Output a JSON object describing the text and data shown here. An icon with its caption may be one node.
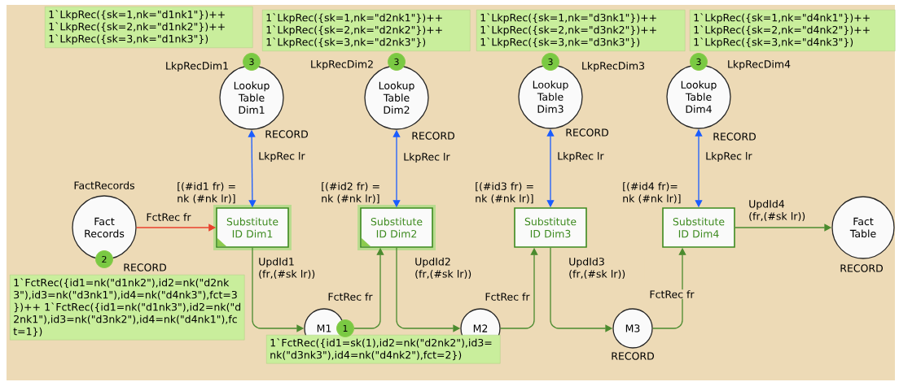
{
  "diagram": {
    "nodes": [
      {
        "text": [
          "1`LkpRec({sk=1,nk=\"d1nk1\"})++ 1`LkpRec({sk=2,nk=\"d1nk2\"})++ 1`LkpRec({sk=3,nk=\"d1nk3\"})"
        ]
      },
      {
        "text": [
          "1`LkpRec({sk=1,nk=\"d2nk1\"})++ 1`LkpRec({sk=2,nk=\"d2nk2\"})++ 1`LkpRec({sk=3,nk=\"d2nk3\"})"
        ]
      },
      {
        "text": [
          "1`LkpRec({sk=1,nk=\"d3nk1\"})++ 1`LkpRec({sk=2,nk=\"d3nk2\"})++ 1`LkpRec({sk=3,nk=\"d3nk3\"})"
        ]
      },
      {
        "text": [
          "1`LkpRec({sk=1,nk=\"d4nk1\"})++ 1`LkpRec({sk=2,nk=\"d4nk2\"})++ 1`LkpRec({sk=3,nk=\"d4nk3\"})"
        ]
      },
      {
        "text": [
          "Lookup Table Dim1"
        ],
        "beside": [
          "LkpRecDim1",
          "3",
          "RECORD"
        ]
      },
      {
        "text": [
          "Lookup Table Dim2"
        ],
        "beside": [
          "LkpRecDim2",
          "3",
          "RECORD"
        ]
      },
      {
        "text": [
          "Lookup Table Dim3"
        ],
        "beside": [
          "LkpRecDim3",
          "3",
          "RECORD"
        ]
      },
      {
        "text": [
          "Lookup Table Dim4"
        ],
        "beside": [
          "LkpRecDim4",
          "3",
          "RECORD"
        ]
      },
      {
        "text": [
          "Fact Records"
        ],
        "beside": [
          "FactRecords",
          "2",
          "RECORD"
        ]
      },
      {
        "text": [
          "Substitute ID Dim1"
        ],
        "beside": [
          "[(#id1 fr) = nk (#nk lr)]"
        ]
      },
      {
        "text": [
          "Substitute ID Dim2"
        ],
        "beside": [
          "[(#id2 fr) = nk (#nk lr)]"
        ]
      },
      {
        "text": [
          "Substitute ID Dim3"
        ],
        "beside": [
          "[(#id3 fr) = nk (#nk lr)]"
        ]
      },
      {
        "text": [
          "Substitute ID Dim4"
        ],
        "beside": [
          "[(#id4 fr)= nk (#nk lr)]"
        ]
      },
      {
        "text": [
          "Fact Table"
        ],
        "beside": [
          "RECORD"
        ]
      },
      {
        "text": [
          "1`FctRec({id1=nk(\"d1nk2\"),id2=nk(\"d2nk3\"),id3=nk(\"d3nk1\"),id4=nk(\"d4nk3\"),fct=3})++ 1`FctRec({id1=nk(\"d1nk3\"),id2=nk(\"d2nk1\"),id3=nk(\"d3nk2\"),id4=nk(\"d4nk1\"),fct=1})"
        ]
      },
      {
        "text": [
          "M1"
        ],
        "beside": [
          "1"
        ]
      },
      {
        "text": [
          "M2"
        ]
      },
      {
        "text": [
          "M3"
        ],
        "beside": [
          "RECORD"
        ]
      },
      {
        "text": [
          "1`FctRec({id1=sk(1),id2=nk(\"d2nk2\"),id3=nk(\"d3nk3\"),id4=nk(\"d4nk2\"),fct=2})"
        ]
      }
    ],
    "edges": [
      {
        "from": 9,
        "to": 4,
        "arrow": "both",
        "label": "LkpRec lr",
        "color": "#1a5cff"
      },
      {
        "from": 10,
        "to": 5,
        "arrow": "both",
        "label": "LkpRec lr",
        "color": "#1a5cff"
      },
      {
        "from": 11,
        "to": 6,
        "arrow": "both",
        "label": "LkpRec lr",
        "color": "#1a5cff"
      },
      {
        "from": 12,
        "to": 7,
        "arrow": "both",
        "label": "LkpRec lr",
        "color": "#1a5cff"
      },
      {
        "from": 8,
        "to": 9,
        "arrow": "to",
        "label": "FctRec fr",
        "color": "#e8412c"
      },
      {
        "from": 9,
        "to": 15,
        "arrow": "to",
        "label": "UpdId1 (fr,(#sk lr))"
      },
      {
        "from": 15,
        "to": 10,
        "arrow": "to",
        "label": "FctRec fr"
      },
      {
        "from": 10,
        "to": 16,
        "arrow": "to",
        "label": "UpdId2 (fr,(#sk lr))"
      },
      {
        "from": 16,
        "to": 11,
        "arrow": "to",
        "label": "FctRec fr"
      },
      {
        "from": 11,
        "to": 17,
        "arrow": "to",
        "label": "UpdId3 (fr,(#sk lr))"
      },
      {
        "from": 17,
        "to": 12,
        "arrow": "to",
        "label": "FctRec fr"
      },
      {
        "from": 12,
        "to": 13,
        "arrow": "to",
        "label": "UpdId4 (fr,(#sk lr))"
      }
    ]
  }
}
